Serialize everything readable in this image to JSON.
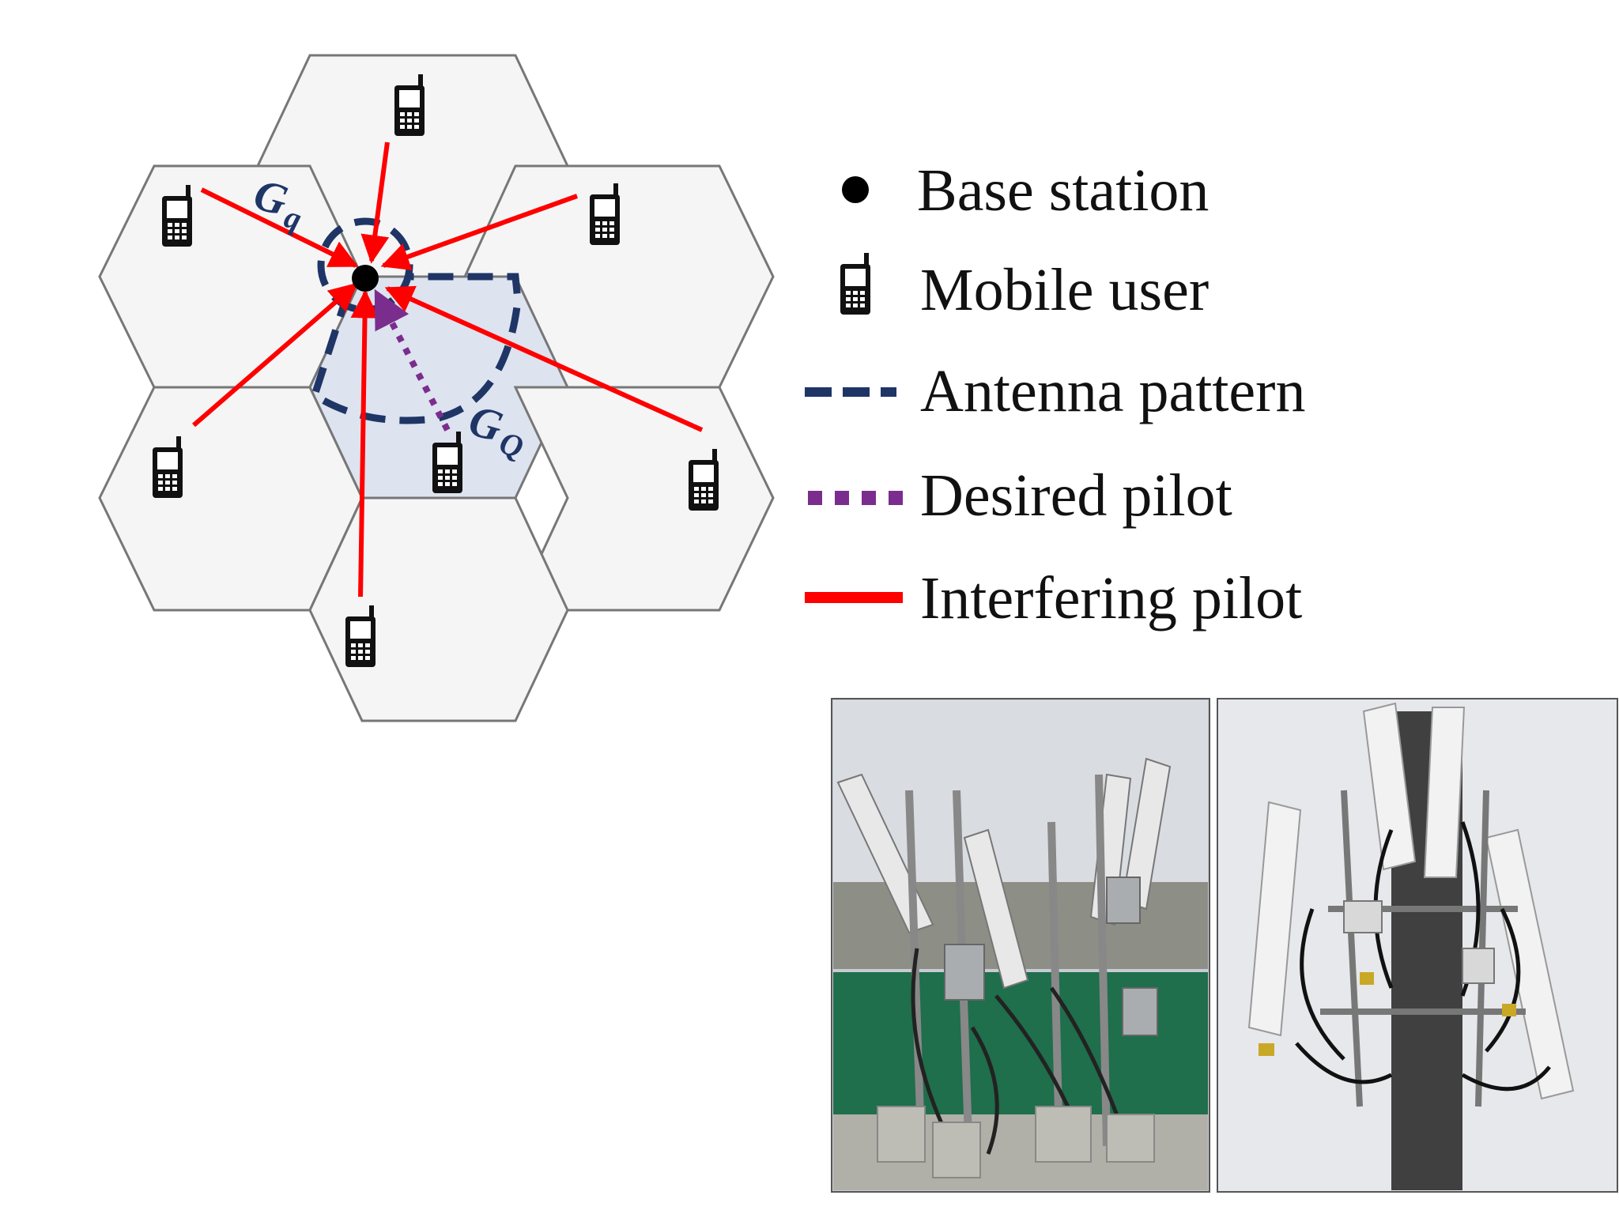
{
  "diagram": {
    "gain_labels": {
      "small": {
        "main": "G",
        "sub": "q"
      },
      "large": {
        "main": "G",
        "sub": "Q"
      }
    },
    "legend": [
      {
        "symbol": "dot-icon",
        "label": "Base station"
      },
      {
        "symbol": "phone-icon",
        "label": "Mobile user"
      },
      {
        "symbol": "dashed-line-icon",
        "label": "Antenna pattern"
      },
      {
        "symbol": "dotted-line-icon",
        "label": "Desired pilot"
      },
      {
        "symbol": "solid-line-icon",
        "label": "Interfering pilot"
      }
    ],
    "colors": {
      "cell_fill": "#f5f5f6",
      "cell_stroke": "#777777",
      "sector_fill": "#dde3ef",
      "antenna_pattern": "#1f3566",
      "desired_pilot": "#7b2d8e",
      "interfering_pilot": "#ff0000",
      "base_station": "#000000"
    }
  },
  "photos": [
    {
      "name": "rooftop-antenna-photo",
      "description_icon": "antenna-photo-icon"
    },
    {
      "name": "tower-antenna-photo",
      "description_icon": "antenna-photo-icon"
    }
  ]
}
